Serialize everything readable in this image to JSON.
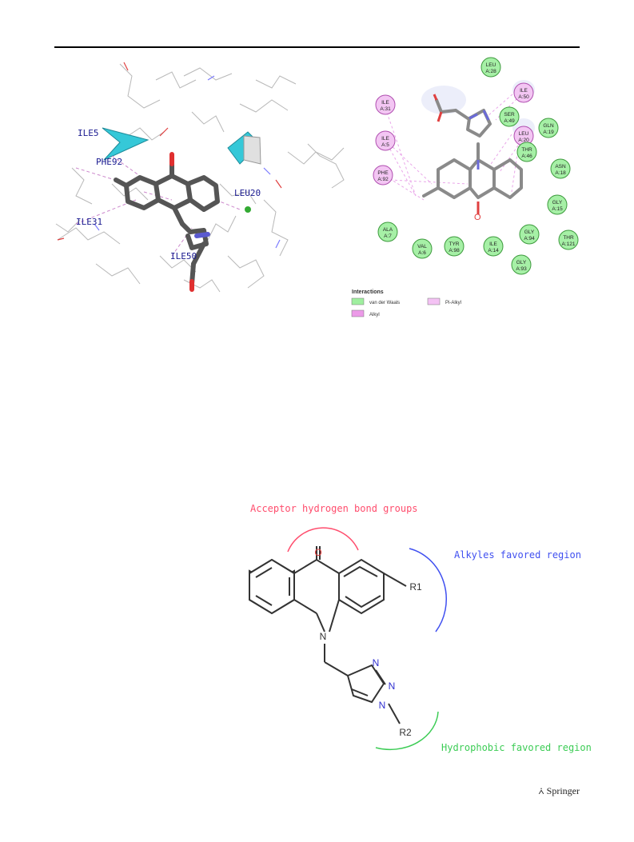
{
  "figure_3d": {
    "residue_labels": [
      "ILE5",
      "PHE92",
      "ILE31",
      "LEU20",
      "ILE50"
    ]
  },
  "figure_2d": {
    "residues": [
      {
        "name": "LEU",
        "chain": "A:28",
        "type": "vdw"
      },
      {
        "name": "ILE",
        "chain": "A:50",
        "type": "alkyl"
      },
      {
        "name": "ILE",
        "chain": "A:31",
        "type": "alkyl"
      },
      {
        "name": "SER",
        "chain": "A:49",
        "type": "vdw"
      },
      {
        "name": "GLN",
        "chain": "A:19",
        "type": "vdw"
      },
      {
        "name": "ILE",
        "chain": "A:5",
        "type": "alkyl"
      },
      {
        "name": "LEU",
        "chain": "A:20",
        "type": "alkyl"
      },
      {
        "name": "THR",
        "chain": "A:46",
        "type": "vdw"
      },
      {
        "name": "ASN",
        "chain": "A:18",
        "type": "vdw"
      },
      {
        "name": "PHE",
        "chain": "A:92",
        "type": "alkyl"
      },
      {
        "name": "GLY",
        "chain": "A:15",
        "type": "vdw"
      },
      {
        "name": "ALA",
        "chain": "A:7",
        "type": "vdw"
      },
      {
        "name": "GLY",
        "chain": "A:94",
        "type": "vdw"
      },
      {
        "name": "THR",
        "chain": "A:121",
        "type": "vdw"
      },
      {
        "name": "VAL",
        "chain": "A:6",
        "type": "vdw"
      },
      {
        "name": "TYR",
        "chain": "A:98",
        "type": "vdw"
      },
      {
        "name": "ILE",
        "chain": "A:14",
        "type": "vdw"
      },
      {
        "name": "GLY",
        "chain": "A:93",
        "type": "vdw"
      }
    ],
    "ligand_atom_o": "O",
    "legend_title": "Interactions",
    "legend": [
      {
        "label": "van der Waals",
        "color": "#9fef9f"
      },
      {
        "label": "Pi-Alkyl",
        "color": "#f4c2f4"
      },
      {
        "label": "Alkyl",
        "color": "#ec9ae8"
      }
    ]
  },
  "sar": {
    "acceptor_label": "Acceptor hydrogen bond groups",
    "alkyl_label": "Alkyles favored region",
    "hydrophobic_label": "Hydrophobic favored region",
    "atom_o": "O",
    "atom_n": "N",
    "r1": "R1",
    "r2": "R2",
    "colors": {
      "acceptor": "#ff4d6d",
      "alkyl": "#4050f0",
      "hydrophobic": "#3ccc55"
    }
  },
  "footer": {
    "publisher": "Springer"
  }
}
